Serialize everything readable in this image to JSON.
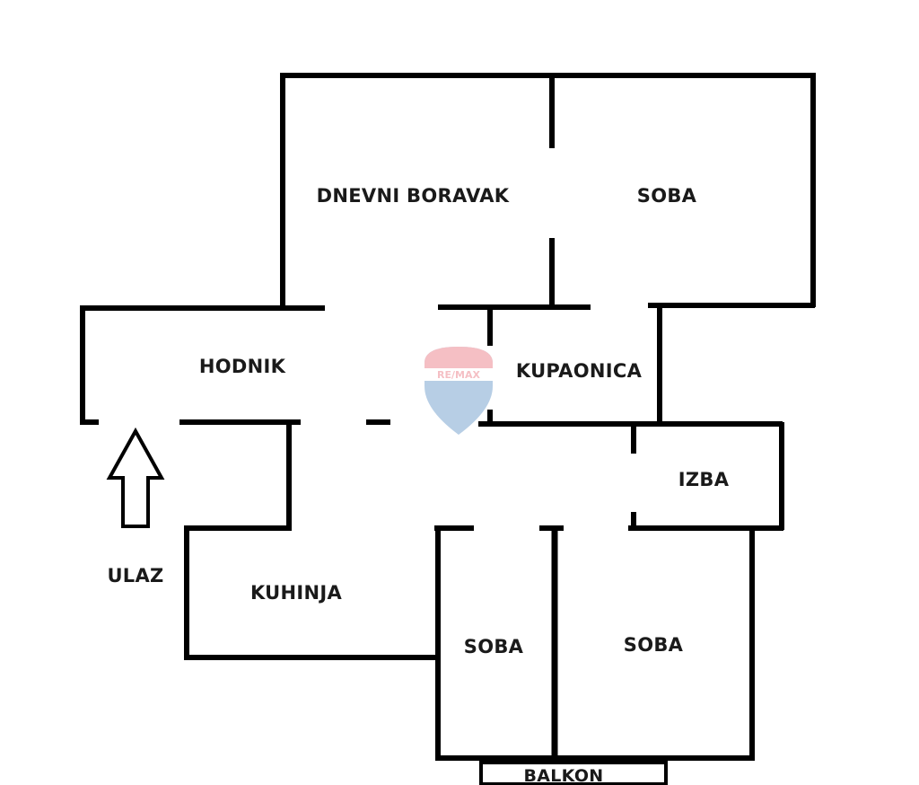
{
  "rooms": {
    "dnevni_boravak": "DNEVNI BORAVAK",
    "soba_top": "SOBA",
    "hodnik": "HODNIK",
    "kupaonica": "KUPAONICA",
    "izba": "IZBA",
    "kuhinja": "KUHINJA",
    "soba_left": "SOBA",
    "soba_right": "SOBA",
    "balkon": "BALKON"
  },
  "entrance": {
    "label": "ULAZ"
  },
  "watermark": {
    "text": "RE/MAX",
    "color": "#dc1c2e",
    "accent": "#0054a4"
  },
  "colors": {
    "walls": "#000000",
    "background": "#ffffff"
  }
}
